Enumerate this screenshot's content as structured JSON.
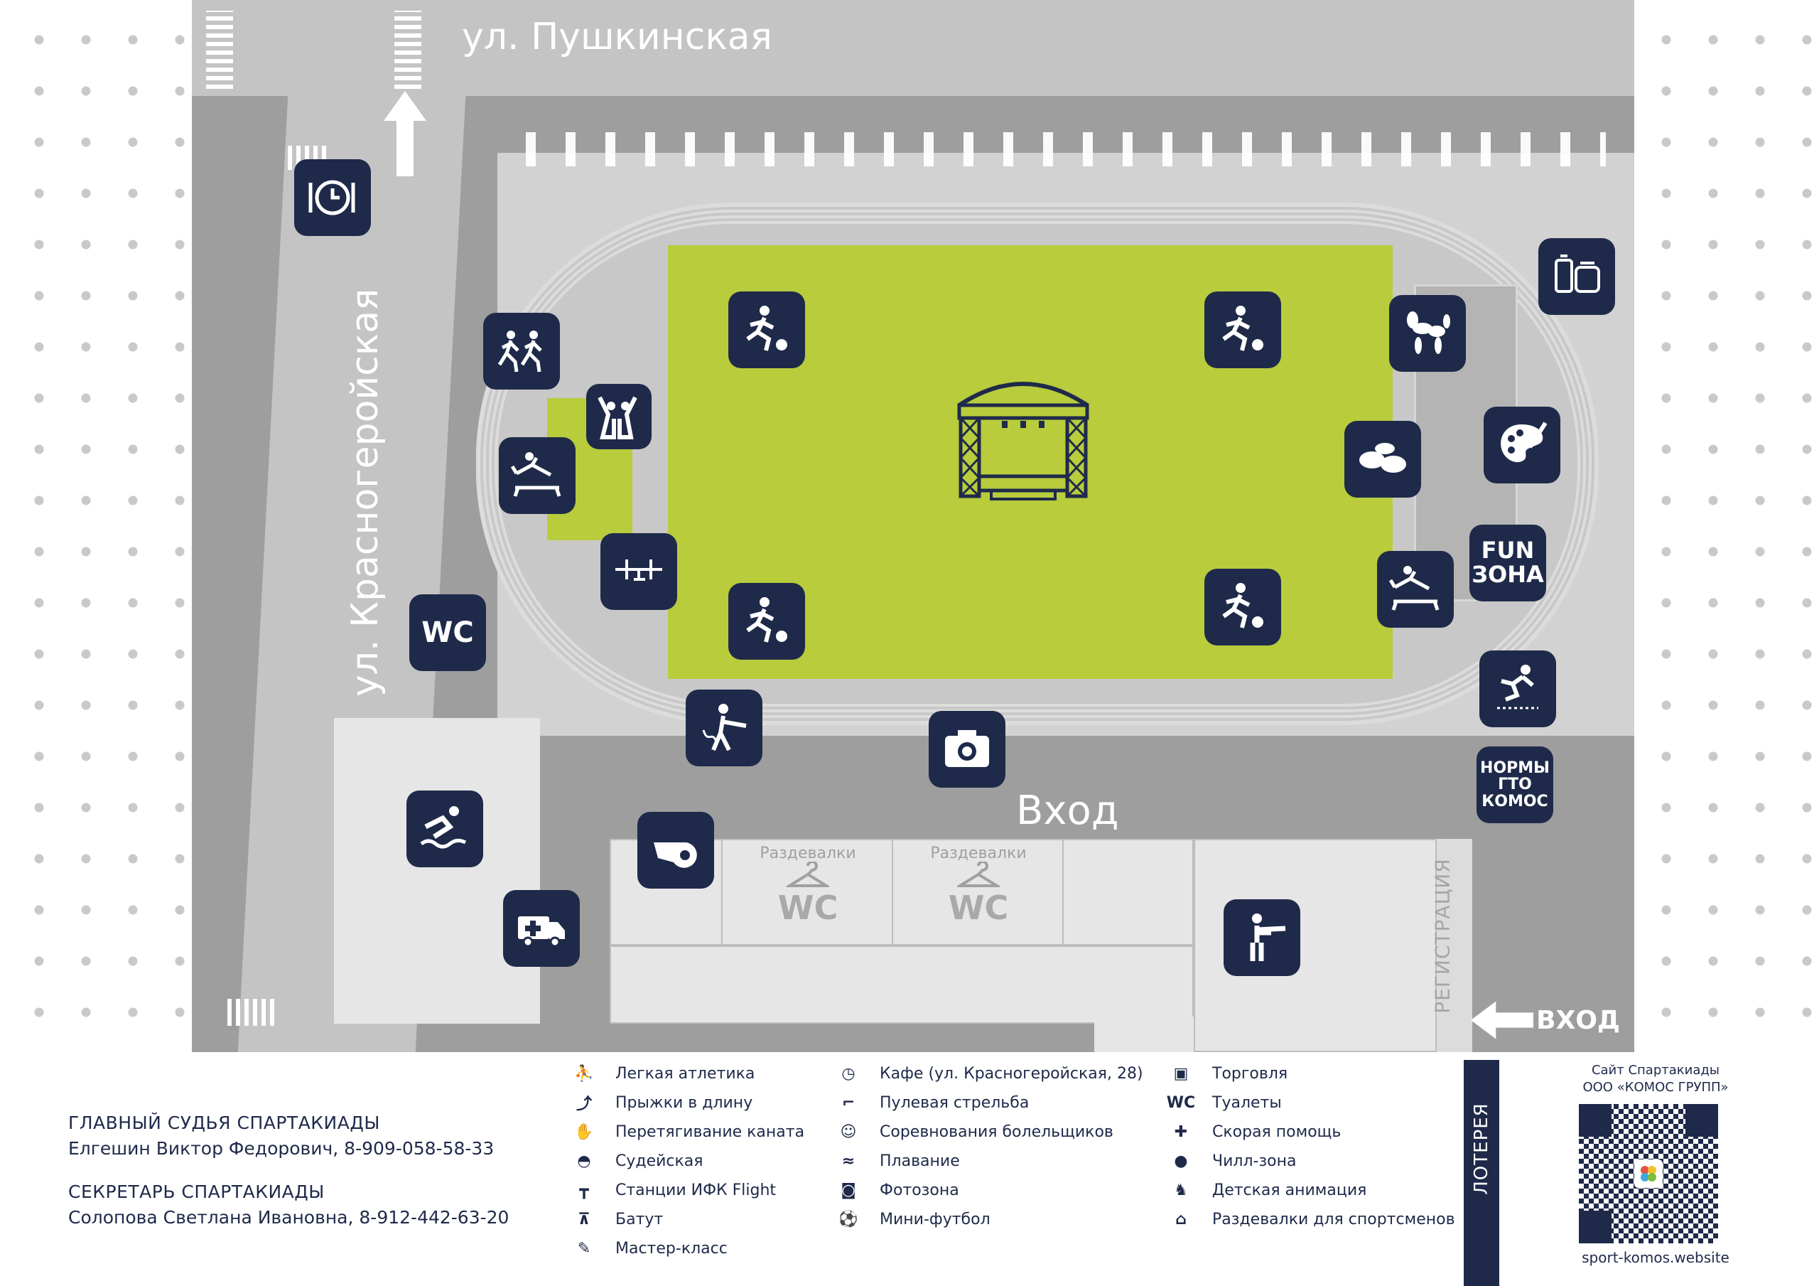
{
  "streets": {
    "pushkinskaya": "ул. Пушкинская",
    "krasnogeroyskaya": "ул. Красногеройская"
  },
  "map_labels": {
    "entrance_main": "Вход",
    "entrance_side": "ВХОД",
    "registration": "РЕГИСТРАЦИЯ",
    "changing_room_1": "Раздевалки",
    "changing_room_2": "Раздевалки",
    "wc_room_1": "WC",
    "wc_room_2": "WC",
    "fun_zone_1": "FUN",
    "fun_zone_2": "ЗОНА",
    "gto_1": "НОРМЫ",
    "gto_2": "ГТО",
    "gto_3": "КОМОС",
    "wc_pin": "WC"
  },
  "colors": {
    "navy": "#1f2a4a",
    "field": "#b8cc3c",
    "asphalt": "#9e9e9e",
    "track": "#c8c8c8",
    "building": "#e6e6e6"
  },
  "pins": [
    {
      "id": "cafe",
      "icon": "cafe-clock-icon"
    },
    {
      "id": "athletics",
      "icon": "runners-icon"
    },
    {
      "id": "fans",
      "icon": "fans-cheering-icon"
    },
    {
      "id": "trampoline-left",
      "icon": "trampoline-icon"
    },
    {
      "id": "ifk-flight",
      "icon": "ifk-flight-station-icon"
    },
    {
      "id": "football-tl",
      "icon": "football-player-icon"
    },
    {
      "id": "football-tr",
      "icon": "football-player-icon"
    },
    {
      "id": "football-bl",
      "icon": "football-player-icon"
    },
    {
      "id": "football-br",
      "icon": "football-player-icon"
    },
    {
      "id": "stage",
      "icon": "stage-icon"
    },
    {
      "id": "trade",
      "icon": "trade-jars-icon"
    },
    {
      "id": "balloon-dog",
      "icon": "balloon-dog-icon"
    },
    {
      "id": "palette",
      "icon": "palette-icon"
    },
    {
      "id": "chill",
      "icon": "beanbags-icon"
    },
    {
      "id": "trampoline-right",
      "icon": "trampoline-icon"
    },
    {
      "id": "long-jump",
      "icon": "long-jump-icon"
    },
    {
      "id": "tug-of-war",
      "icon": "tug-of-war-icon"
    },
    {
      "id": "photo",
      "icon": "camera-icon"
    },
    {
      "id": "swimming",
      "icon": "swimmer-icon"
    },
    {
      "id": "judges",
      "icon": "whistle-icon"
    },
    {
      "id": "ambulance",
      "icon": "ambulance-icon"
    },
    {
      "id": "shooting",
      "icon": "shooter-icon"
    }
  ],
  "legend": {
    "col1": [
      {
        "icon": "runners-icon",
        "label": "Легкая атлетика"
      },
      {
        "icon": "long-jump-icon",
        "label": "Прыжки в длину"
      },
      {
        "icon": "tug-of-war-icon",
        "label": "Перетягивание каната"
      },
      {
        "icon": "whistle-icon",
        "label": "Судейская"
      },
      {
        "icon": "ifk-flight-station-icon",
        "label": "Станции ИФК Flight"
      },
      {
        "icon": "trampoline-icon",
        "label": "Батут"
      },
      {
        "icon": "palette-icon",
        "label": "Мастер-класс"
      }
    ],
    "col2": [
      {
        "icon": "cafe-clock-icon",
        "label": "Кафе (ул. Красногеройская, 28)"
      },
      {
        "icon": "shooter-icon",
        "label": "Пулевая стрельба"
      },
      {
        "icon": "fans-cheering-icon",
        "label": "Соревнования болельщиков"
      },
      {
        "icon": "swimmer-icon",
        "label": "Плавание"
      },
      {
        "icon": "camera-icon",
        "label": "Фотозона"
      },
      {
        "icon": "football-player-icon",
        "label": "Мини-футбол"
      }
    ],
    "col3": [
      {
        "icon": "trade-jars-icon",
        "label": "Торговля"
      },
      {
        "icon": "wc-icon",
        "label": "Туалеты",
        "glyph": "WC"
      },
      {
        "icon": "ambulance-icon",
        "label": "Скорая помощь"
      },
      {
        "icon": "beanbags-icon",
        "label": "Чилл-зона"
      },
      {
        "icon": "balloon-dog-icon",
        "label": "Детская анимация"
      },
      {
        "icon": "hanger-icon",
        "label": "Раздевалки для спортсменов"
      }
    ]
  },
  "contacts": {
    "judge_title": "ГЛАВНЫЙ СУДЬЯ СПАРТАКИАДЫ",
    "judge_line": "Елгешин Виктор Федорович, 8-909-058-58-33",
    "secretary_title": "СЕКРЕТАРЬ СПАРТАКИАДЫ",
    "secretary_line": "Солопова Светлана Ивановна, 8-912-442-63-20"
  },
  "lottery": "ЛОТЕРЕЯ",
  "site": {
    "line1": "Сайт Спартакиады",
    "line2": "ООО «КОМОС ГРУПП»",
    "url": "sport-komos.website"
  }
}
